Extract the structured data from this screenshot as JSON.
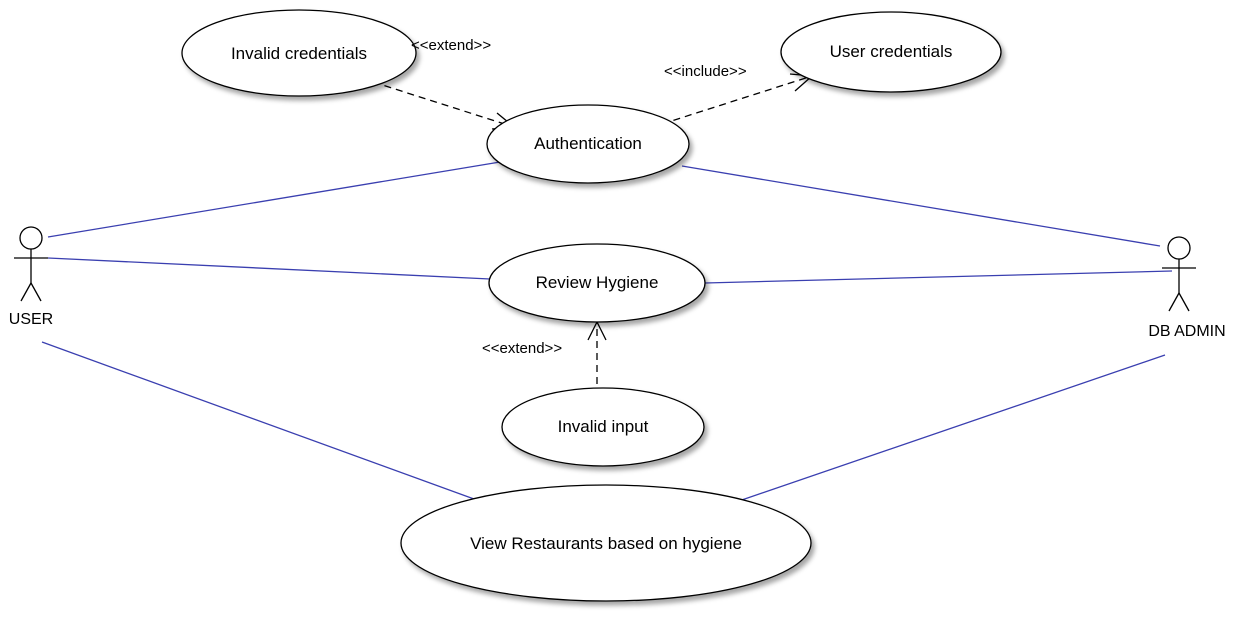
{
  "actors": {
    "user": {
      "label": "USER"
    },
    "db_admin": {
      "label": "DB ADMIN"
    }
  },
  "use_cases": {
    "invalid_credentials": "Invalid credentials",
    "user_credentials": "User credentials",
    "authentication": "Authentication",
    "review_hygiene": "Review Hygiene",
    "invalid_input": "Invalid input",
    "view_restaurants": "View Restaurants based on hygiene"
  },
  "stereotypes": {
    "extend_credentials": "<<extend>>",
    "include_credentials": "<<include>>",
    "extend_input": "<<extend>>"
  },
  "colors": {
    "association": "#3a3fb0",
    "dependency": "#000000",
    "ellipse_stroke": "#000000",
    "ellipse_fill": "#ffffff"
  }
}
